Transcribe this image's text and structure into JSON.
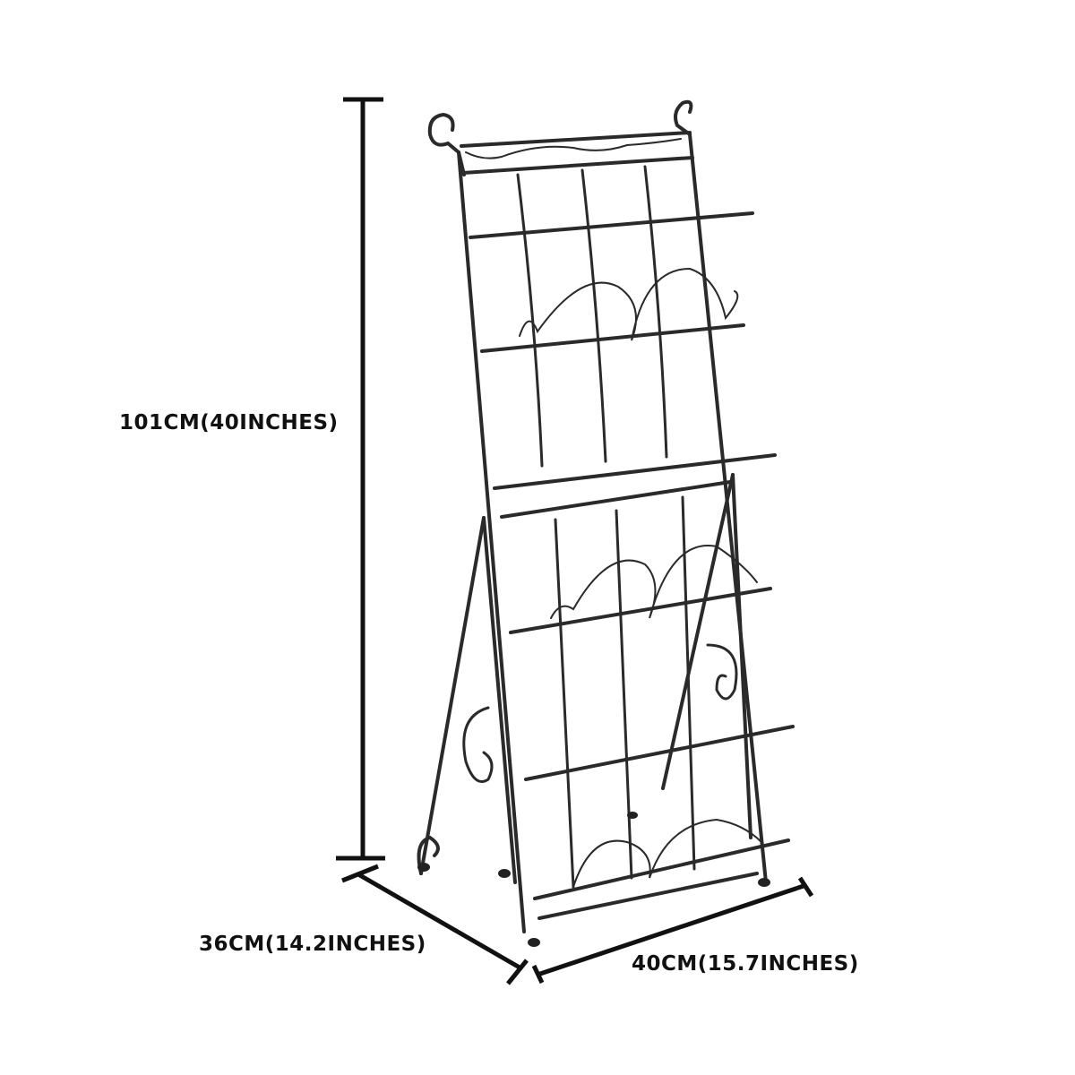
{
  "image": {
    "subject": "black metal folding magazine rack with scrollwork, five shelves",
    "background_color": "#ffffff",
    "line_color": "#111111"
  },
  "dimensions": {
    "height": {
      "label": "101CM(40INCHES)",
      "value_cm": 101,
      "value_in": 40
    },
    "depth": {
      "label": "36CM(14.2INCHES)",
      "value_cm": 36,
      "value_in": 14.2
    },
    "width": {
      "label": "40CM(15.7INCHES)",
      "value_cm": 40,
      "value_in": 15.7
    }
  },
  "rack": {
    "shelf_count": 5,
    "frame_color": "#2a2a2a"
  }
}
